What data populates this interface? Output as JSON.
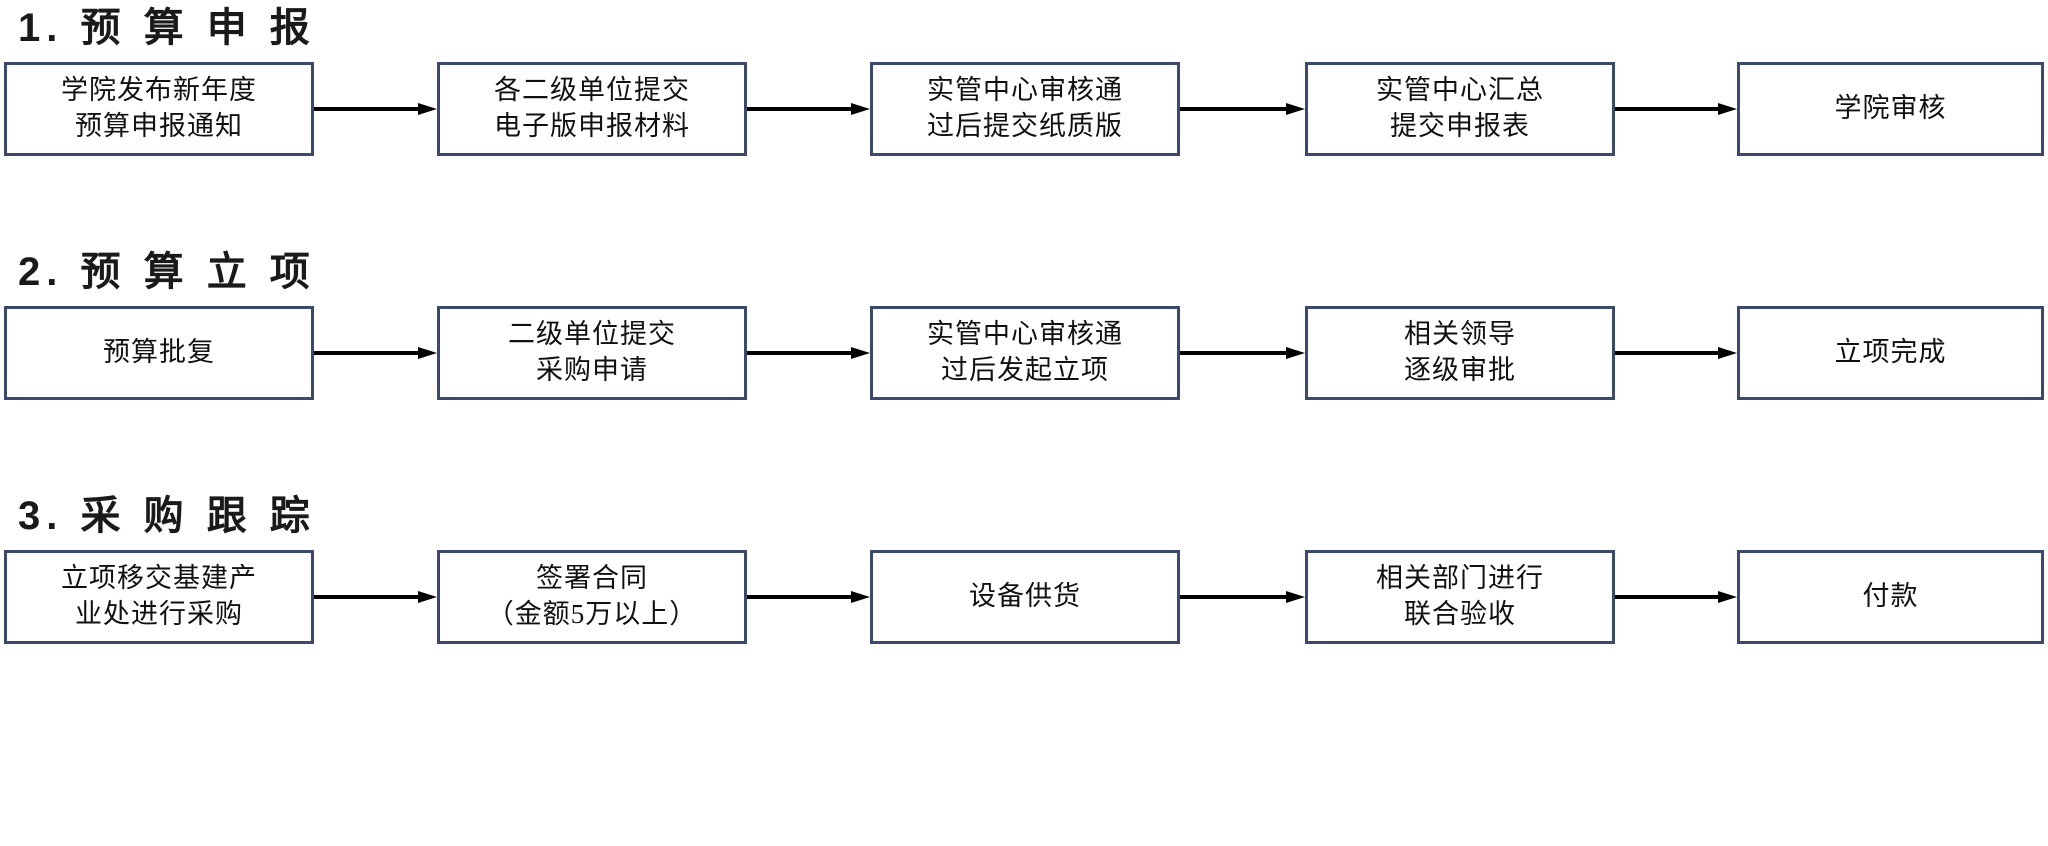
{
  "document": {
    "type": "flowchart",
    "language": "zh-CN",
    "background_color": "#ffffff",
    "box_border_color": "#3b4a6b",
    "arrow_color": "#000000",
    "text_color": "#111111"
  },
  "sections": [
    {
      "title": "1. 预 算 申 报",
      "nodes": [
        {
          "label": "学院发布新年度\n预算申报通知"
        },
        {
          "label": "各二级单位提交\n电子版申报材料"
        },
        {
          "label": "实管中心审核通\n过后提交纸质版"
        },
        {
          "label": "实管中心汇总\n提交申报表"
        },
        {
          "label": "学院审核"
        }
      ],
      "arrows": [
        "arrow-1-1",
        "arrow-1-2",
        "arrow-1-3",
        "arrow-1-4"
      ]
    },
    {
      "title": "2. 预 算 立 项",
      "nodes": [
        {
          "label": "预算批复"
        },
        {
          "label": "二级单位提交\n采购申请"
        },
        {
          "label": "实管中心审核通\n过后发起立项"
        },
        {
          "label": "相关领导\n逐级审批"
        },
        {
          "label": "立项完成"
        }
      ],
      "arrows": [
        "arrow-2-1",
        "arrow-2-2",
        "arrow-2-3",
        "arrow-2-4"
      ]
    },
    {
      "title": "3. 采 购 跟 踪",
      "nodes": [
        {
          "label": "立项移交基建产\n业处进行采购"
        },
        {
          "label": "签署合同\n（金额5万以上）"
        },
        {
          "label": "设备供货"
        },
        {
          "label": "相关部门进行\n联合验收"
        },
        {
          "label": "付款"
        }
      ],
      "arrows": [
        "arrow-3-1",
        "arrow-3-2",
        "arrow-3-3",
        "arrow-3-4"
      ]
    }
  ]
}
